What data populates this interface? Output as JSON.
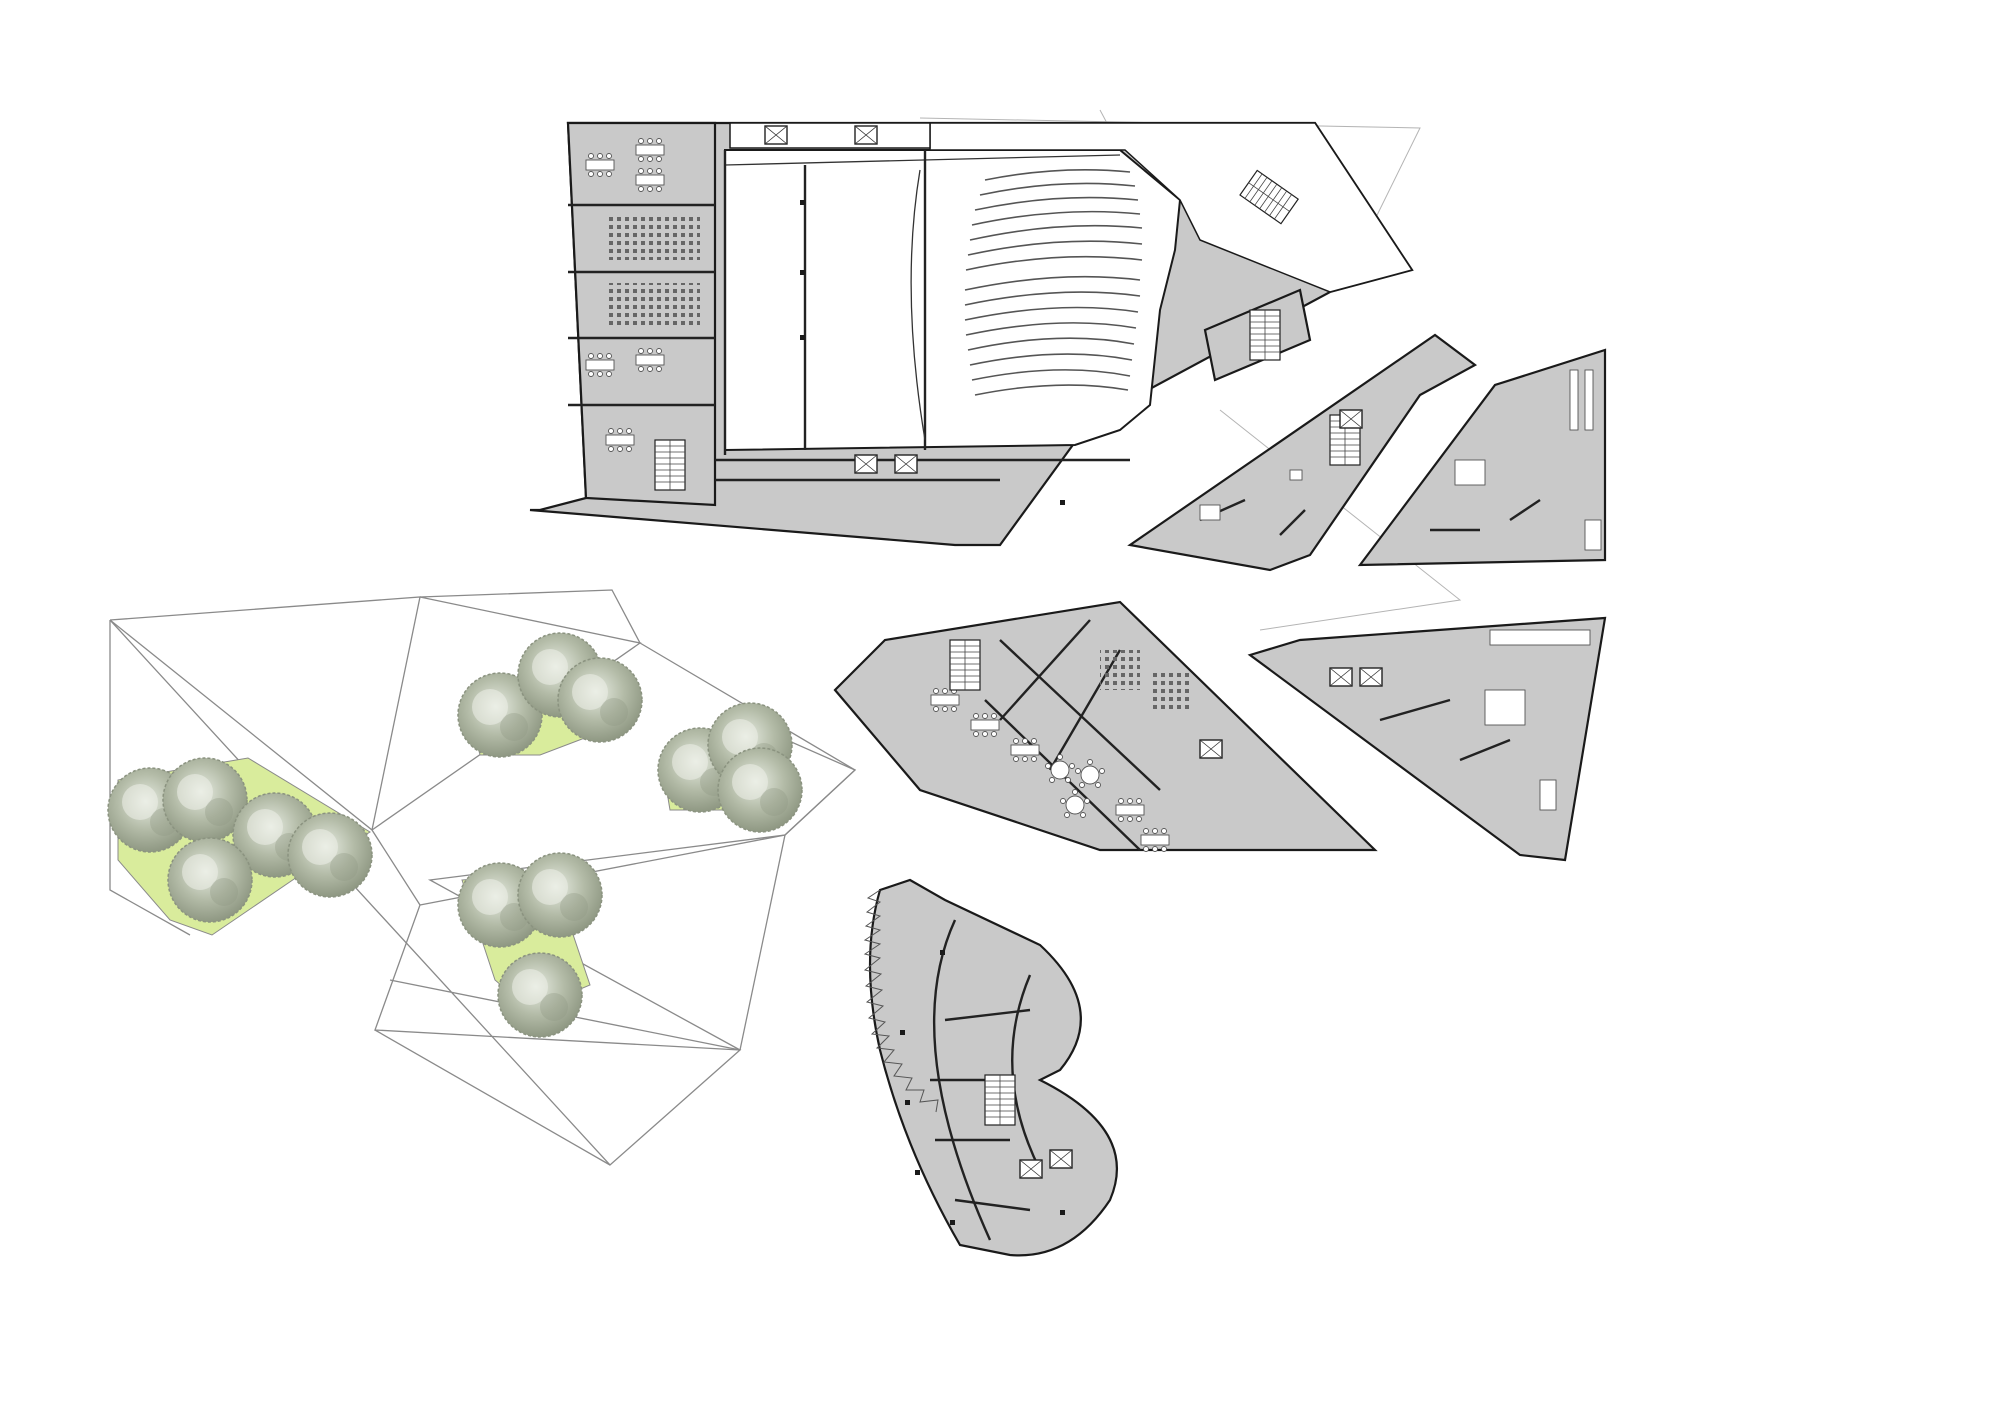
{
  "drawing": {
    "colors": {
      "background": "#ffffff",
      "interior_fill": "#c9c9c9",
      "auditorium_fill": "#ffffff",
      "wall": "#1a1a1a",
      "site_line": "#8a8a8a",
      "lawn": "#d9ec9c",
      "tree_canopy": "#a9b59a"
    },
    "parts": [
      "auditorium-block",
      "north-east-wedge",
      "east-wedge",
      "central-wedge",
      "south-east-wedge",
      "curved-tower",
      "courtyard-west",
      "courtyard-north",
      "courtyard-east",
      "courtyard-south"
    ],
    "icons": [
      "tree-canopy-icon",
      "stair-icon",
      "elevator-icon",
      "column-icon",
      "seat-row-icon"
    ]
  }
}
